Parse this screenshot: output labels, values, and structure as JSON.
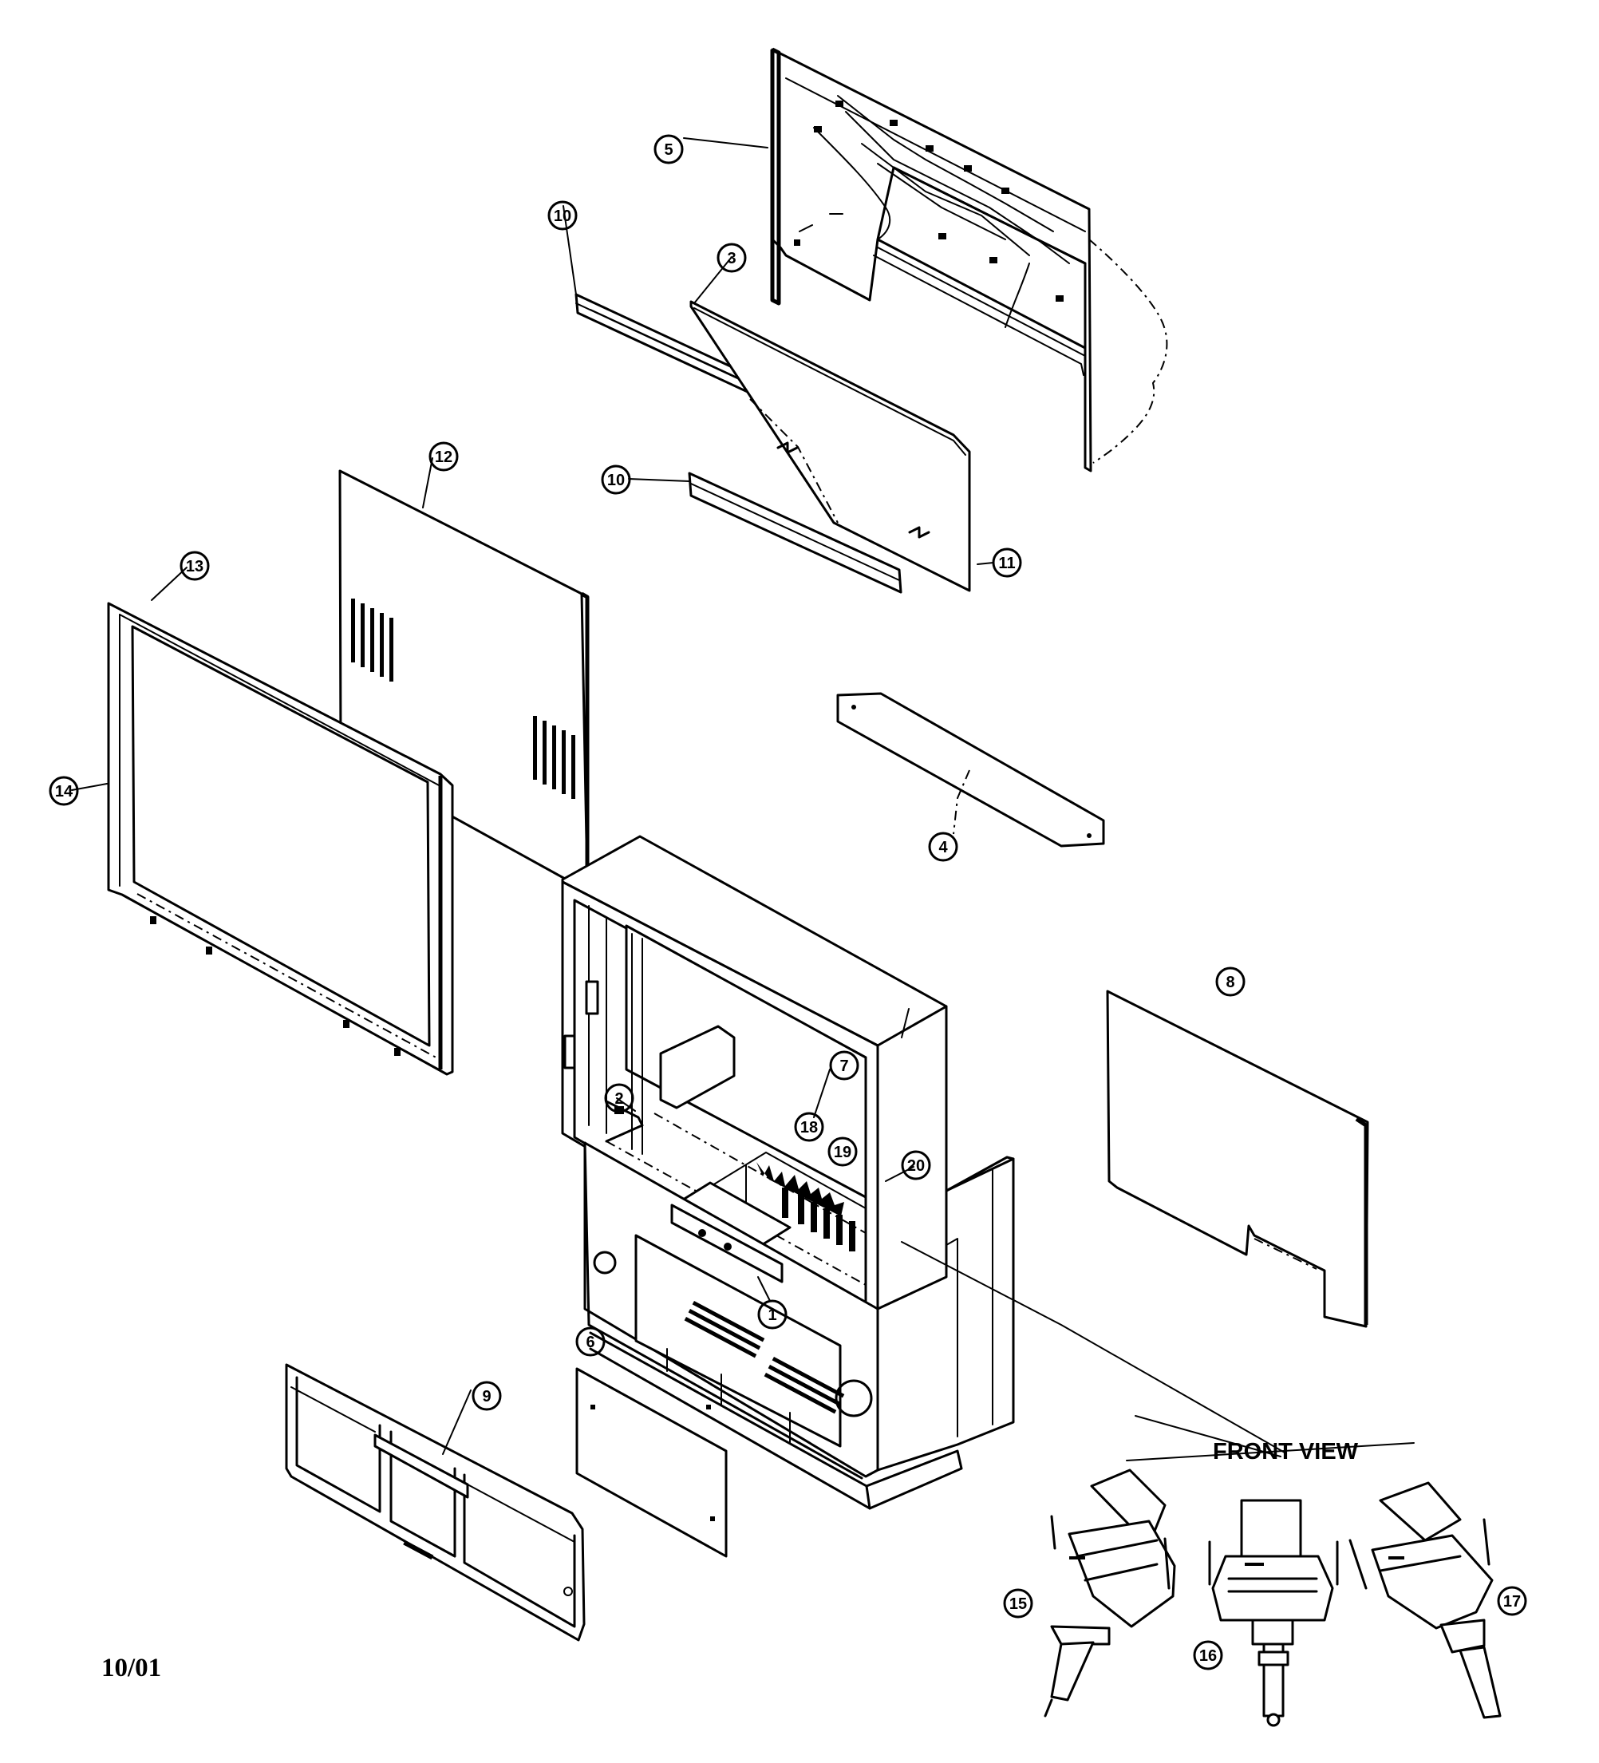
{
  "diagram": {
    "date_code": "10/01",
    "front_view_label": "FRONT VIEW",
    "callouts": {
      "c1": "1",
      "c2": "2",
      "c3": "3",
      "c4": "4",
      "c5": "5",
      "c6": "6",
      "c7": "7",
      "c8": "8",
      "c9": "9",
      "c10a": "10",
      "c10b": "10",
      "c11": "11",
      "c12": "12",
      "c13": "13",
      "c14": "14",
      "c15": "15",
      "c16": "16",
      "c17": "17",
      "c18": "18",
      "c19": "19",
      "c20": "20"
    }
  }
}
